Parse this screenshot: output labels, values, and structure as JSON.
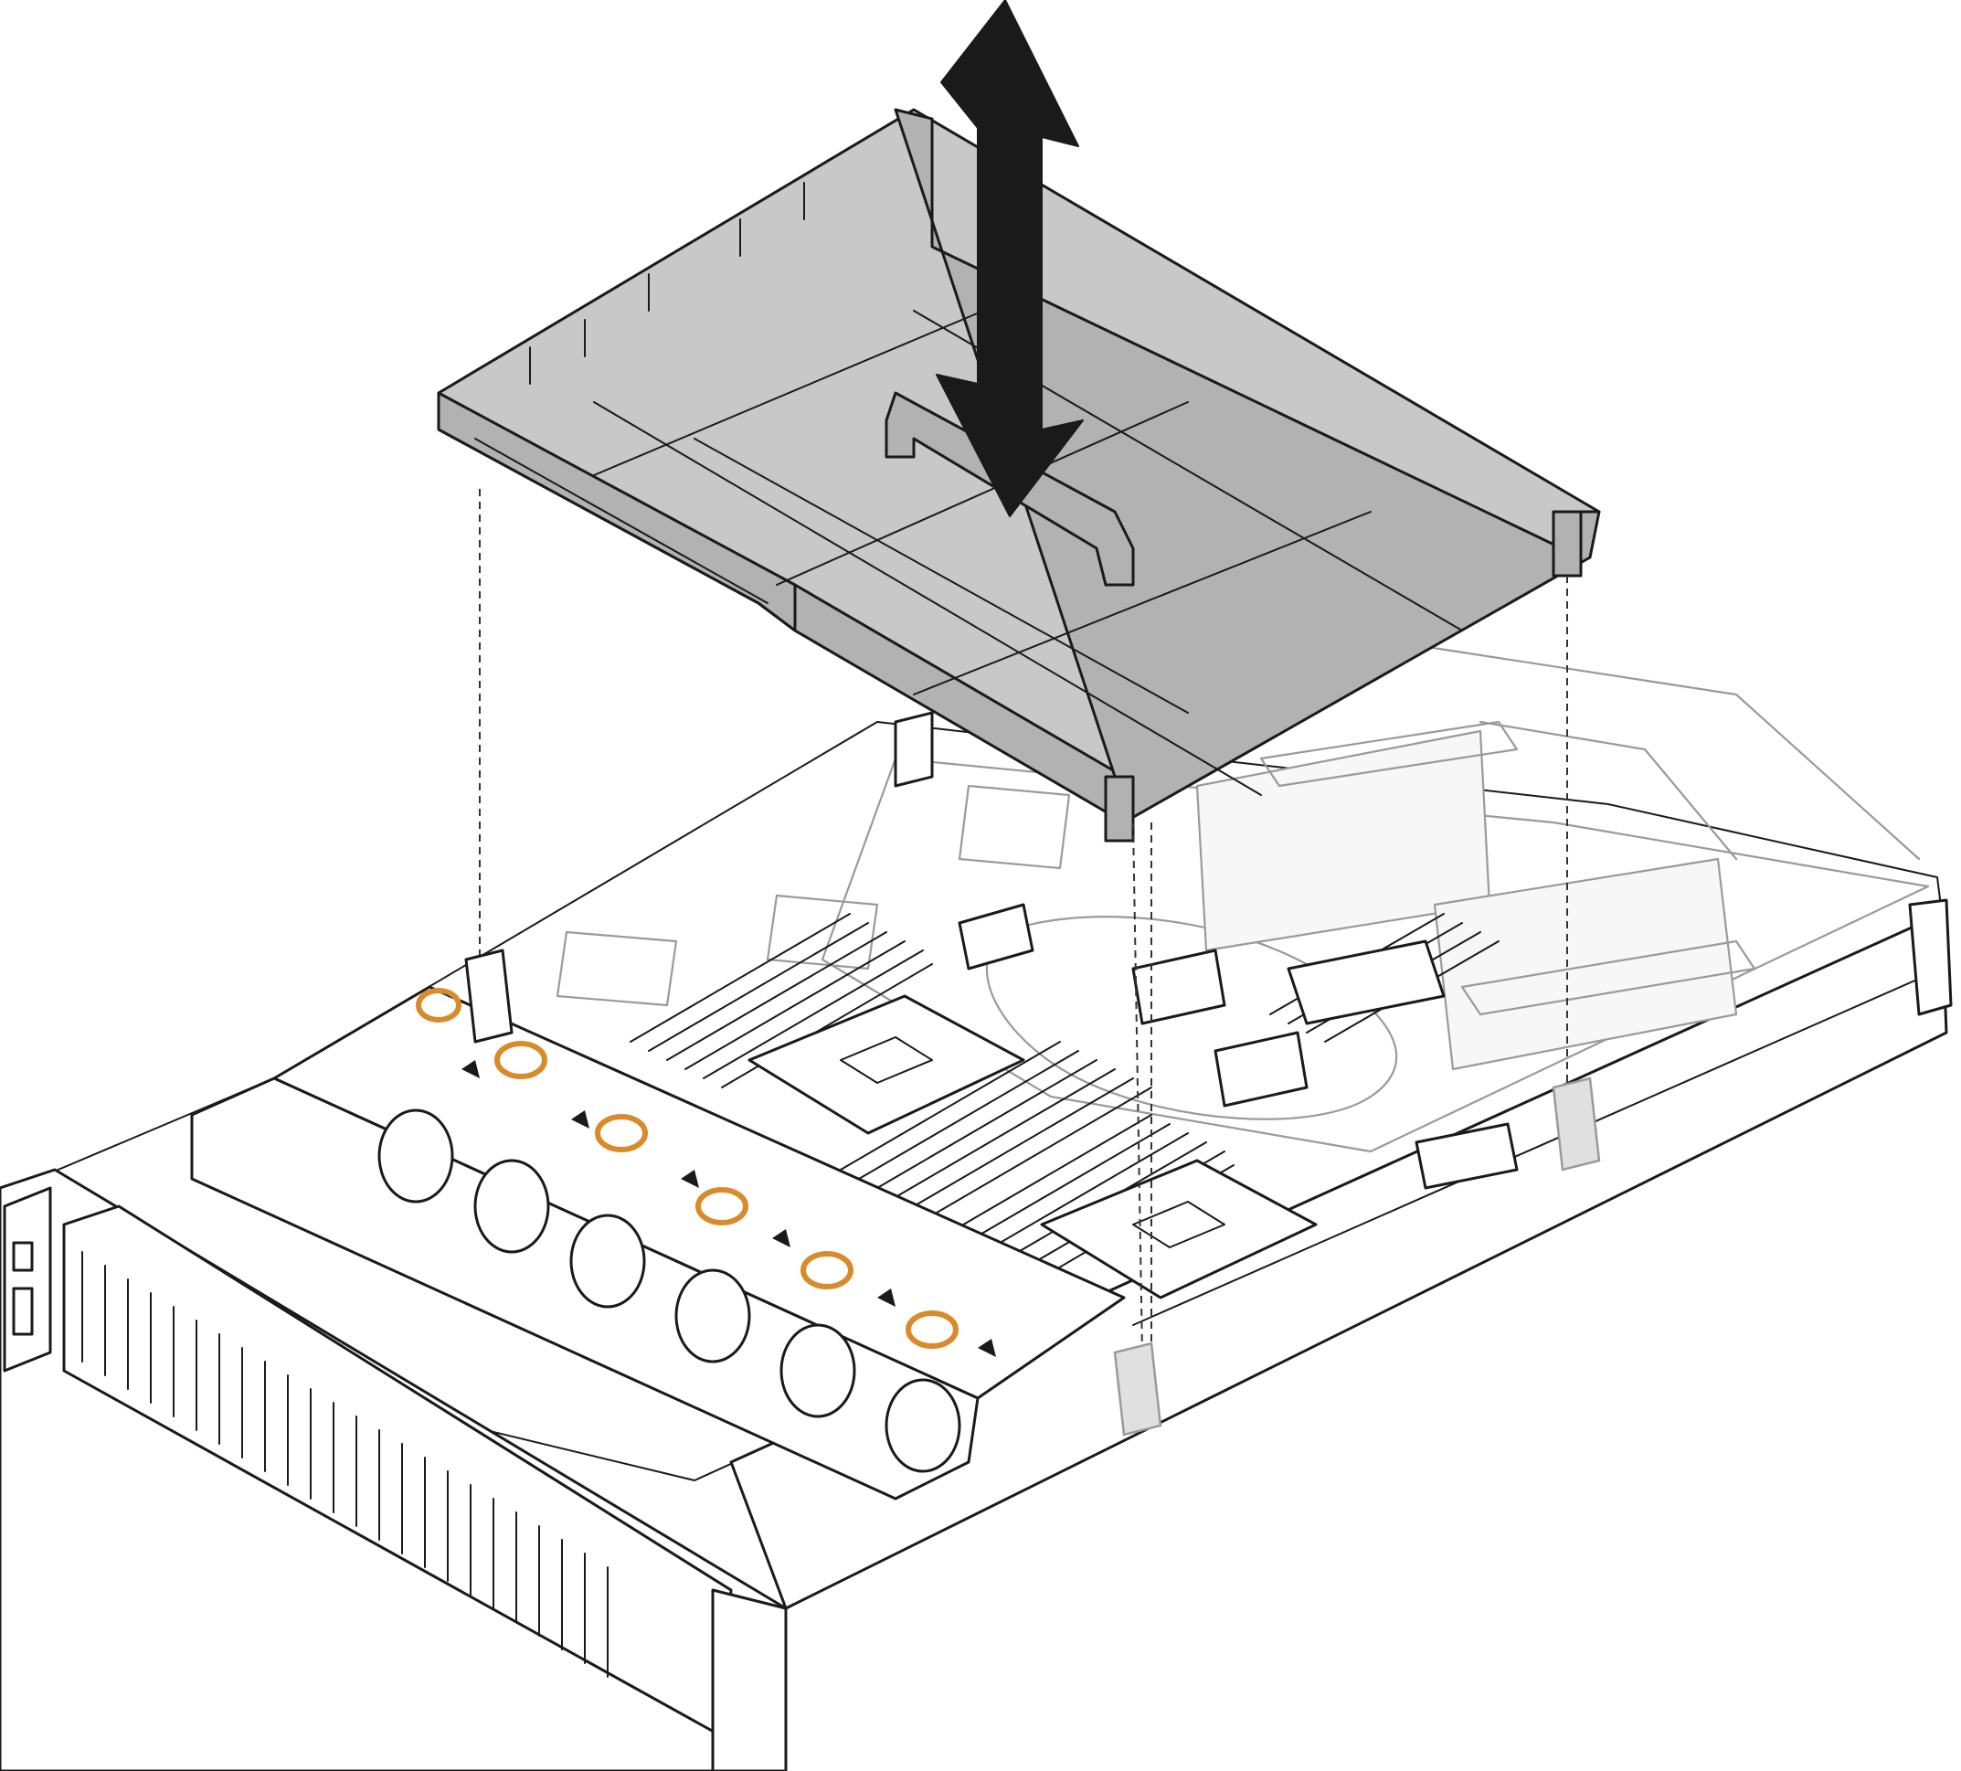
{
  "colors": {
    "outline": "#1a1a1a",
    "air_baffle": "#c8c8c8",
    "air_baffle_shade": "#b2b2b2",
    "ghost_outline": "#9a9a9a",
    "fan_accent": "#d98a2b",
    "arrow": "#1a1a1a",
    "background": "#ffffff"
  },
  "components": {
    "air_baffle": "air-baffle",
    "motion_arrow": "double-arrow-up-down",
    "chassis": "server-chassis",
    "front_drive_bays": 24,
    "fan_modules": 6,
    "processor_sockets": 2,
    "memory_slot_banks": 4,
    "riser_cages": 2,
    "guide_pins": 4
  }
}
